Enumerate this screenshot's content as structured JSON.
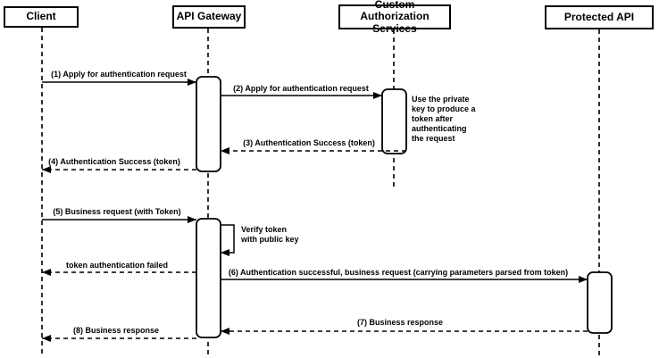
{
  "diagram_type": "sequence-diagram",
  "colors": {
    "line": "#000000",
    "fill": "#ffffff",
    "text": "#000000",
    "background": "#ffffff"
  },
  "actors": [
    {
      "name": "Client"
    },
    {
      "name": "API Gateway"
    },
    {
      "name": "Custom Authorization Services"
    },
    {
      "name": "Protected API"
    }
  ],
  "messages": [
    {
      "label": "(1) Apply for authentication request",
      "from": "Client",
      "to": "API Gateway",
      "line": "solid"
    },
    {
      "label": "(2) Apply for authentication request",
      "from": "API Gateway",
      "to": "Custom Authorization Services",
      "line": "solid"
    },
    {
      "label": "(3) Authentication Success (token)",
      "from": "Custom Authorization Services",
      "to": "API Gateway",
      "line": "dashed"
    },
    {
      "label": "(4) Authentication Success (token)",
      "from": "API Gateway",
      "to": "Client",
      "line": "dashed"
    },
    {
      "label": "(5) Business request (with Token)",
      "from": "Client",
      "to": "API Gateway",
      "line": "solid"
    },
    {
      "label": "Verify token\nwith public key",
      "from": "API Gateway",
      "to": "API Gateway",
      "line": "solid",
      "self_message": true
    },
    {
      "label": "token authentication failed",
      "from": "API Gateway",
      "to": "Client",
      "line": "dashed"
    },
    {
      "label": "(6) Authentication successful, business request (carrying parameters parsed from token)",
      "from": "API Gateway",
      "to": "Protected API",
      "line": "solid"
    },
    {
      "label": "(7) Business response",
      "from": "Protected API",
      "to": "API Gateway",
      "line": "dashed"
    },
    {
      "label": "(8) Business response",
      "from": "API Gateway",
      "to": "Client",
      "line": "dashed"
    }
  ],
  "notes": [
    {
      "text": "Use the private\nkey to produce a\ntoken after\nauthenticating\nthe request",
      "attached_to": "Custom Authorization Services"
    }
  ]
}
